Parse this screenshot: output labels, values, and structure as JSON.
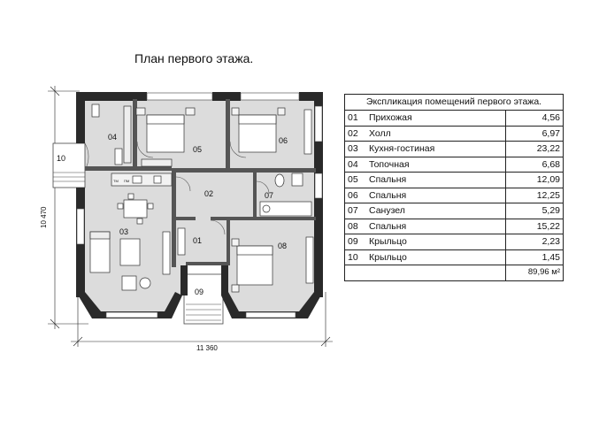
{
  "title": "План первого этажа.",
  "dimensions": {
    "width": "11 360",
    "height": "10 470"
  },
  "appliances": [
    "ТМ",
    "ПМ"
  ],
  "rooms": [
    {
      "num": "01",
      "name": "Прихожая",
      "area": "4,56"
    },
    {
      "num": "02",
      "name": "Холл",
      "area": "6,97"
    },
    {
      "num": "03",
      "name": "Кухня-гостиная",
      "area": "23,22"
    },
    {
      "num": "04",
      "name": "Топочная",
      "area": "6,68"
    },
    {
      "num": "05",
      "name": "Спальня",
      "area": "12,09"
    },
    {
      "num": "06",
      "name": "Спальня",
      "area": "12,25"
    },
    {
      "num": "07",
      "name": "Санузел",
      "area": "5,29"
    },
    {
      "num": "08",
      "name": "Спальня",
      "area": "15,22"
    },
    {
      "num": "09",
      "name": "Крыльцо",
      "area": "2,23"
    },
    {
      "num": "10",
      "name": "Крыльцо",
      "area": "1,45"
    }
  ],
  "legend": {
    "header": "Экспликация помещений первого этажа.",
    "total": "89,96 м²"
  }
}
